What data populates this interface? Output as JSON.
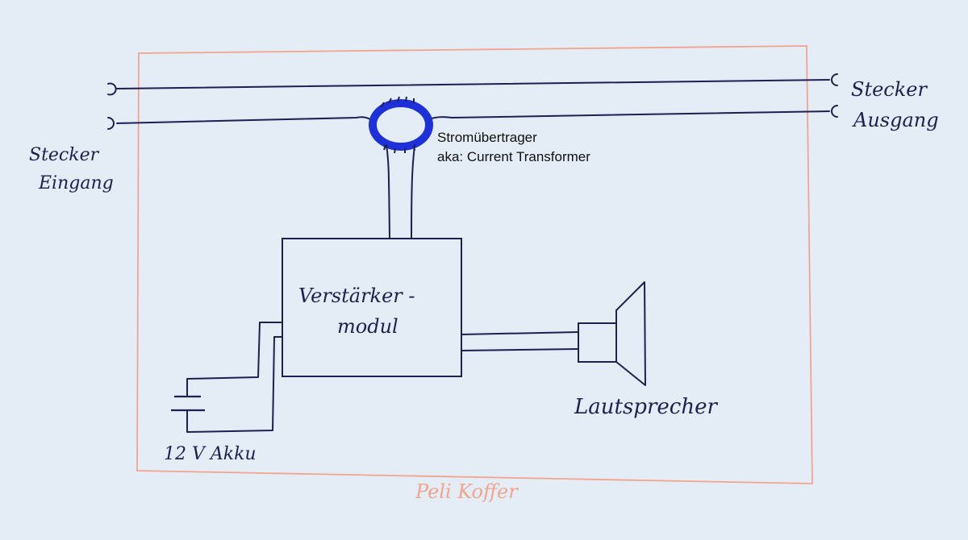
{
  "labels": {
    "input_line1": "Stecker",
    "input_line2": "Eingang",
    "output_line1": "Stecker",
    "output_line2": "Ausgang",
    "ct_line1": "Stromübertrager",
    "ct_line2": "aka: Current Transformer",
    "amp_line1": "Verstärker -",
    "amp_line2": "modul",
    "speaker": "Lautsprecher",
    "battery": "12 V Akku",
    "case": "Peli Koffer"
  },
  "colors": {
    "paper": "#e4ecf6",
    "ink": "#1d2150",
    "case_outline": "#f2a48e",
    "transformer": "#1e30d8",
    "typed_text": "#111111"
  }
}
